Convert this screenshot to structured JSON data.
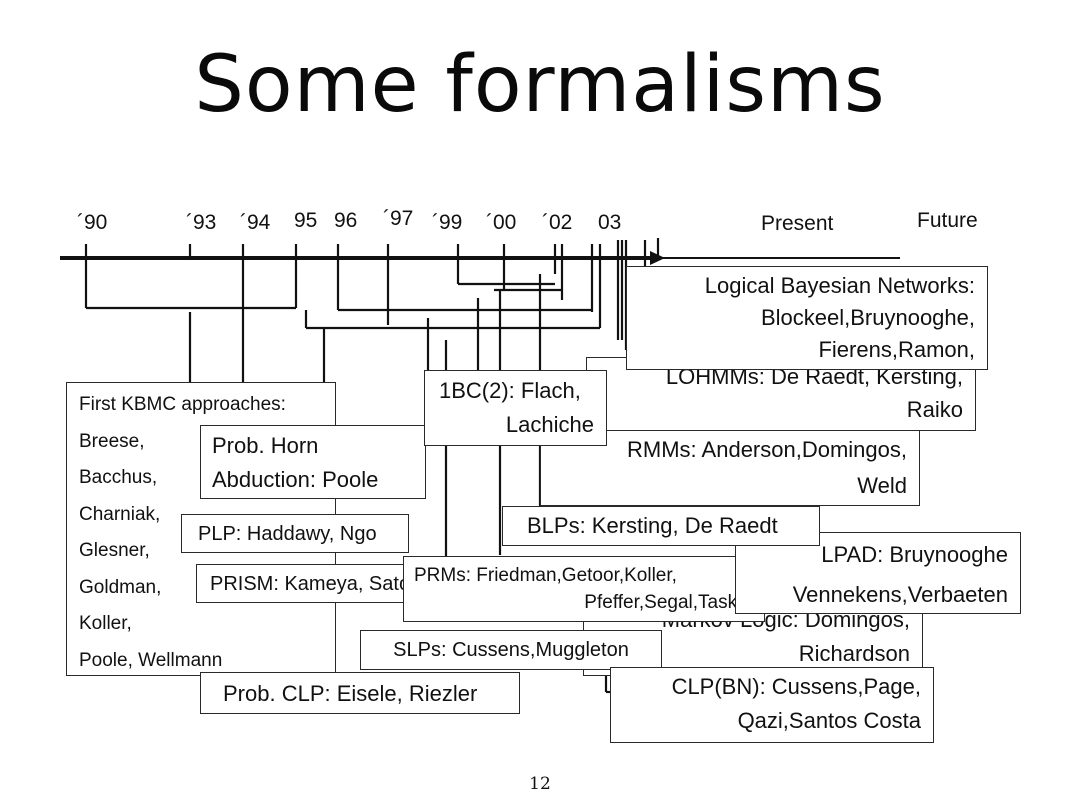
{
  "slide": {
    "title": "Some formalisms",
    "page_number": "12"
  },
  "timeline": {
    "years": [
      "´90",
      "´93",
      "´94",
      "95",
      "96",
      "´97",
      "´99",
      "´00",
      "´02",
      "03"
    ],
    "present_label": "Present",
    "future_label": "Future"
  },
  "boxes": {
    "kbmc": [
      "First KBMC approaches:",
      "Breese,",
      "Bacchus,",
      "Charniak,",
      "Glesner,",
      "Goldman,",
      "Koller,",
      "Poole, Wellmann"
    ],
    "horn": [
      "Prob. Horn",
      "Abduction: Poole"
    ],
    "plp": "PLP: Haddawy, Ngo",
    "prism": "PRISM: Kameya, Sato",
    "clp": "Prob. CLP: Eisele, Riezler",
    "onebc": [
      "1BC(2): Flach,",
      "Lachiche"
    ],
    "prms": [
      "PRMs: Friedman,Getoor,Koller,",
      "Pfeffer,Segal,Taskar"
    ],
    "slps": "SLPs: Cussens,Muggleton",
    "blps": "BLPs: Kersting, De Raedt",
    "rmms": [
      "RMMs: Anderson,Domingos,",
      "Weld"
    ],
    "lohmms": [
      "LOHMMs: De Raedt, Kersting,",
      "Raiko"
    ],
    "lbn": [
      "Logical Bayesian Networks:",
      "Blockeel,Bruynooghe,",
      "Fierens,Ramon,"
    ],
    "lpad": [
      "LPAD: Bruynooghe",
      "Vennekens,Verbaeten"
    ],
    "markov": [
      "Markov Logic: Domingos,",
      "Richardson"
    ],
    "clpbn": [
      "CLP(BN): Cussens,Page,",
      "Qazi,Santos Costa"
    ]
  },
  "colors": {
    "line": "#111111",
    "box_border": "#2a2a2a",
    "text": "#111111"
  }
}
